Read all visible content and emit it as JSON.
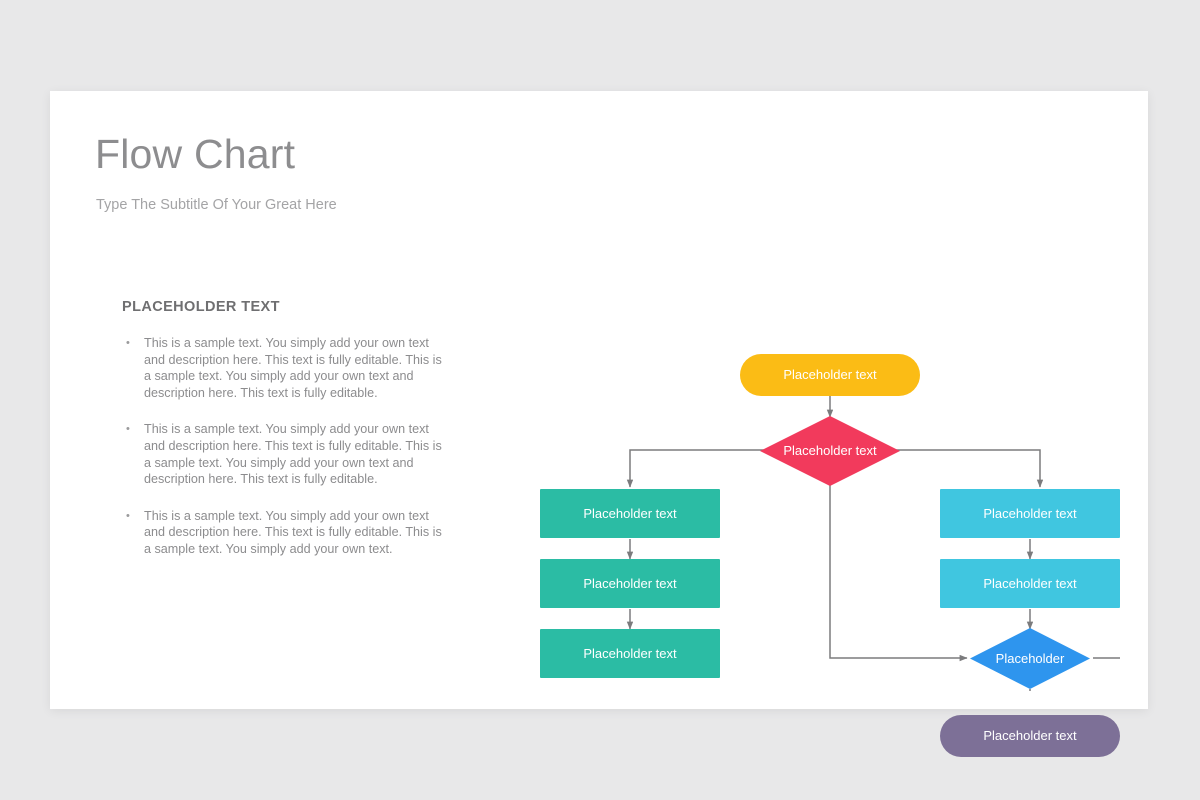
{
  "slide": {
    "title": "Flow Chart",
    "subtitle": "Type The Subtitle Of Your Great Here",
    "background_color": "#e8e8e9",
    "card_color": "#ffffff"
  },
  "text_column": {
    "heading": "PLACEHOLDER TEXT",
    "bullet_marker": "•",
    "bullets": [
      "This is a sample text. You simply add your own text and description here. This text is fully editable. This is a sample text. You simply add your own text and description here. This text is fully editable.",
      "This is a sample text. You simply add your own text and description here. This text is fully editable. This is a sample text. You simply add your own text and description here. This text is fully editable.",
      "This is a sample text. You simply add your own text and description here. This text is fully editable. This is a sample text. You simply add your own text."
    ]
  },
  "chart_data": {
    "type": "diagram",
    "title": "Flow Chart",
    "diagram_kind": "flowchart",
    "connector_color": "#7b7b7d",
    "nodes": [
      {
        "id": "start",
        "label": "Placeholder text",
        "shape": "rounded-pill",
        "color": "#fbbc15"
      },
      {
        "id": "decision-1",
        "label": "Placeholder text",
        "shape": "diamond",
        "color": "#f23a5c"
      },
      {
        "id": "left-1",
        "label": "Placeholder text",
        "shape": "rectangle",
        "color": "#2bbca4"
      },
      {
        "id": "left-2",
        "label": "Placeholder text",
        "shape": "rectangle",
        "color": "#2bbca4"
      },
      {
        "id": "left-3",
        "label": "Placeholder text",
        "shape": "rectangle",
        "color": "#2bbca4"
      },
      {
        "id": "right-1",
        "label": "Placeholder text",
        "shape": "rectangle",
        "color": "#40c6e0"
      },
      {
        "id": "right-2",
        "label": "Placeholder text",
        "shape": "rectangle",
        "color": "#40c6e0"
      },
      {
        "id": "decision-2",
        "label": "Placeholder",
        "shape": "diamond",
        "color": "#2e95ee"
      },
      {
        "id": "end",
        "label": "Placeholder text",
        "shape": "rounded-pill",
        "color": "#7d7097"
      }
    ],
    "edges": [
      {
        "from": "start",
        "to": "decision-1",
        "style": "straight-down"
      },
      {
        "from": "decision-1",
        "to": "left-1",
        "style": "elbow-left-down"
      },
      {
        "from": "decision-1",
        "to": "right-1",
        "style": "elbow-right-down"
      },
      {
        "from": "decision-1",
        "to": "decision-2",
        "style": "down-then-right"
      },
      {
        "from": "left-1",
        "to": "left-2",
        "style": "straight-down"
      },
      {
        "from": "left-2",
        "to": "left-3",
        "style": "straight-down"
      },
      {
        "from": "right-1",
        "to": "right-2",
        "style": "straight-down"
      },
      {
        "from": "right-2",
        "to": "decision-2",
        "style": "straight-down"
      },
      {
        "from": "decision-2",
        "to": "right-1",
        "style": "feedback-loop-right"
      },
      {
        "from": "decision-2",
        "to": "end",
        "style": "straight-down"
      }
    ]
  }
}
